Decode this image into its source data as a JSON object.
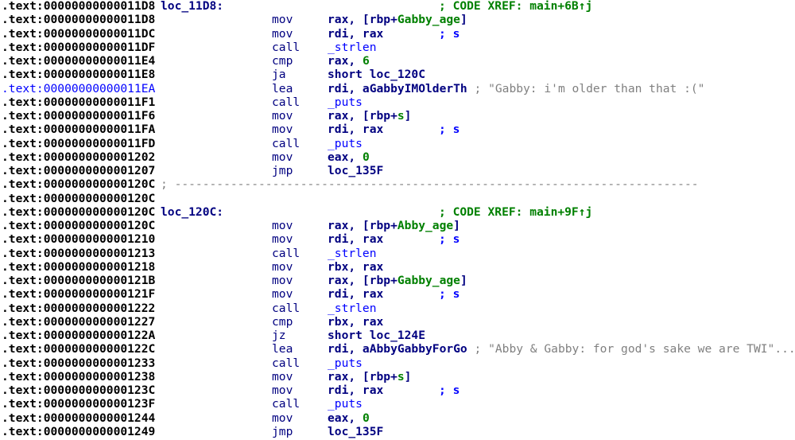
{
  "view": "IDA View disassembly listing",
  "segment": ".text",
  "lines": [
    {
      "addr": ".text:00000000000011D8",
      "label": "loc_11D8:",
      "xref": "; CODE XREF: main+6B↑j"
    },
    {
      "addr": ".text:00000000000011D8",
      "mnem": "mov",
      "op1": "rax, [rbp+",
      "var": "Gabby_age",
      "op2": "]"
    },
    {
      "addr": ".text:00000000000011DC",
      "mnem": "mov",
      "op1": "rdi, rax",
      "cmt": "; s"
    },
    {
      "addr": ".text:00000000000011DF",
      "mnem": "call",
      "fn": "_strlen"
    },
    {
      "addr": ".text:00000000000011E4",
      "mnem": "cmp",
      "op1": "rax, ",
      "num": "6"
    },
    {
      "addr": ".text:00000000000011E8",
      "mnem": "ja",
      "op1": "short loc_120C"
    },
    {
      "addr": ".text:00000000000011EA",
      "current": true,
      "mnem": "lea",
      "op1": "rdi, aGabbyIMOlderTh",
      "str": " ; \"Gabby: i'm older than that :(\""
    },
    {
      "addr": ".text:00000000000011F1",
      "mnem": "call",
      "fn": "_puts"
    },
    {
      "addr": ".text:00000000000011F6",
      "mnem": "mov",
      "op1": "rax, [rbp+",
      "var": "s",
      "op2": "]"
    },
    {
      "addr": ".text:00000000000011FA",
      "mnem": "mov",
      "op1": "rdi, rax",
      "cmt": "; s"
    },
    {
      "addr": ".text:00000000000011FD",
      "mnem": "call",
      "fn": "_puts"
    },
    {
      "addr": ".text:0000000000001202",
      "mnem": "mov",
      "op1": "eax, ",
      "num": "0"
    },
    {
      "addr": ".text:0000000000001207",
      "mnem": "jmp",
      "op1": "loc_135F"
    },
    {
      "addr": ".text:000000000000120C",
      "sep": "; ---------------------------------------------------------------------------"
    },
    {
      "addr": ".text:000000000000120C"
    },
    {
      "addr": ".text:000000000000120C",
      "label": "loc_120C:",
      "xref": "; CODE XREF: main+9F↑j"
    },
    {
      "addr": ".text:000000000000120C",
      "mnem": "mov",
      "op1": "rax, [rbp+",
      "var": "Abby_age",
      "op2": "]"
    },
    {
      "addr": ".text:0000000000001210",
      "mnem": "mov",
      "op1": "rdi, rax",
      "cmt": "; s"
    },
    {
      "addr": ".text:0000000000001213",
      "mnem": "call",
      "fn": "_strlen"
    },
    {
      "addr": ".text:0000000000001218",
      "mnem": "mov",
      "op1": "rbx, rax"
    },
    {
      "addr": ".text:000000000000121B",
      "mnem": "mov",
      "op1": "rax, [rbp+",
      "var": "Gabby_age",
      "op2": "]"
    },
    {
      "addr": ".text:000000000000121F",
      "mnem": "mov",
      "op1": "rdi, rax",
      "cmt": "; s"
    },
    {
      "addr": ".text:0000000000001222",
      "mnem": "call",
      "fn": "_strlen"
    },
    {
      "addr": ".text:0000000000001227",
      "mnem": "cmp",
      "op1": "rbx, rax"
    },
    {
      "addr": ".text:000000000000122A",
      "mnem": "jz",
      "op1": "short loc_124E"
    },
    {
      "addr": ".text:000000000000122C",
      "mnem": "lea",
      "op1": "rdi, aAbbyGabbyForGo",
      "str": " ; \"Abby & Gabby: for god's sake we are TWI\"..."
    },
    {
      "addr": ".text:0000000000001233",
      "mnem": "call",
      "fn": "_puts"
    },
    {
      "addr": ".text:0000000000001238",
      "mnem": "mov",
      "op1": "rax, [rbp+",
      "var": "s",
      "op2": "]"
    },
    {
      "addr": ".text:000000000000123C",
      "mnem": "mov",
      "op1": "rdi, rax",
      "cmt": "; s"
    },
    {
      "addr": ".text:000000000000123F",
      "mnem": "call",
      "fn": "_puts"
    },
    {
      "addr": ".text:0000000000001244",
      "mnem": "mov",
      "op1": "eax, ",
      "num": "0"
    },
    {
      "addr": ".text:0000000000001249",
      "mnem": "jmp",
      "op1": "loc_135F"
    }
  ]
}
